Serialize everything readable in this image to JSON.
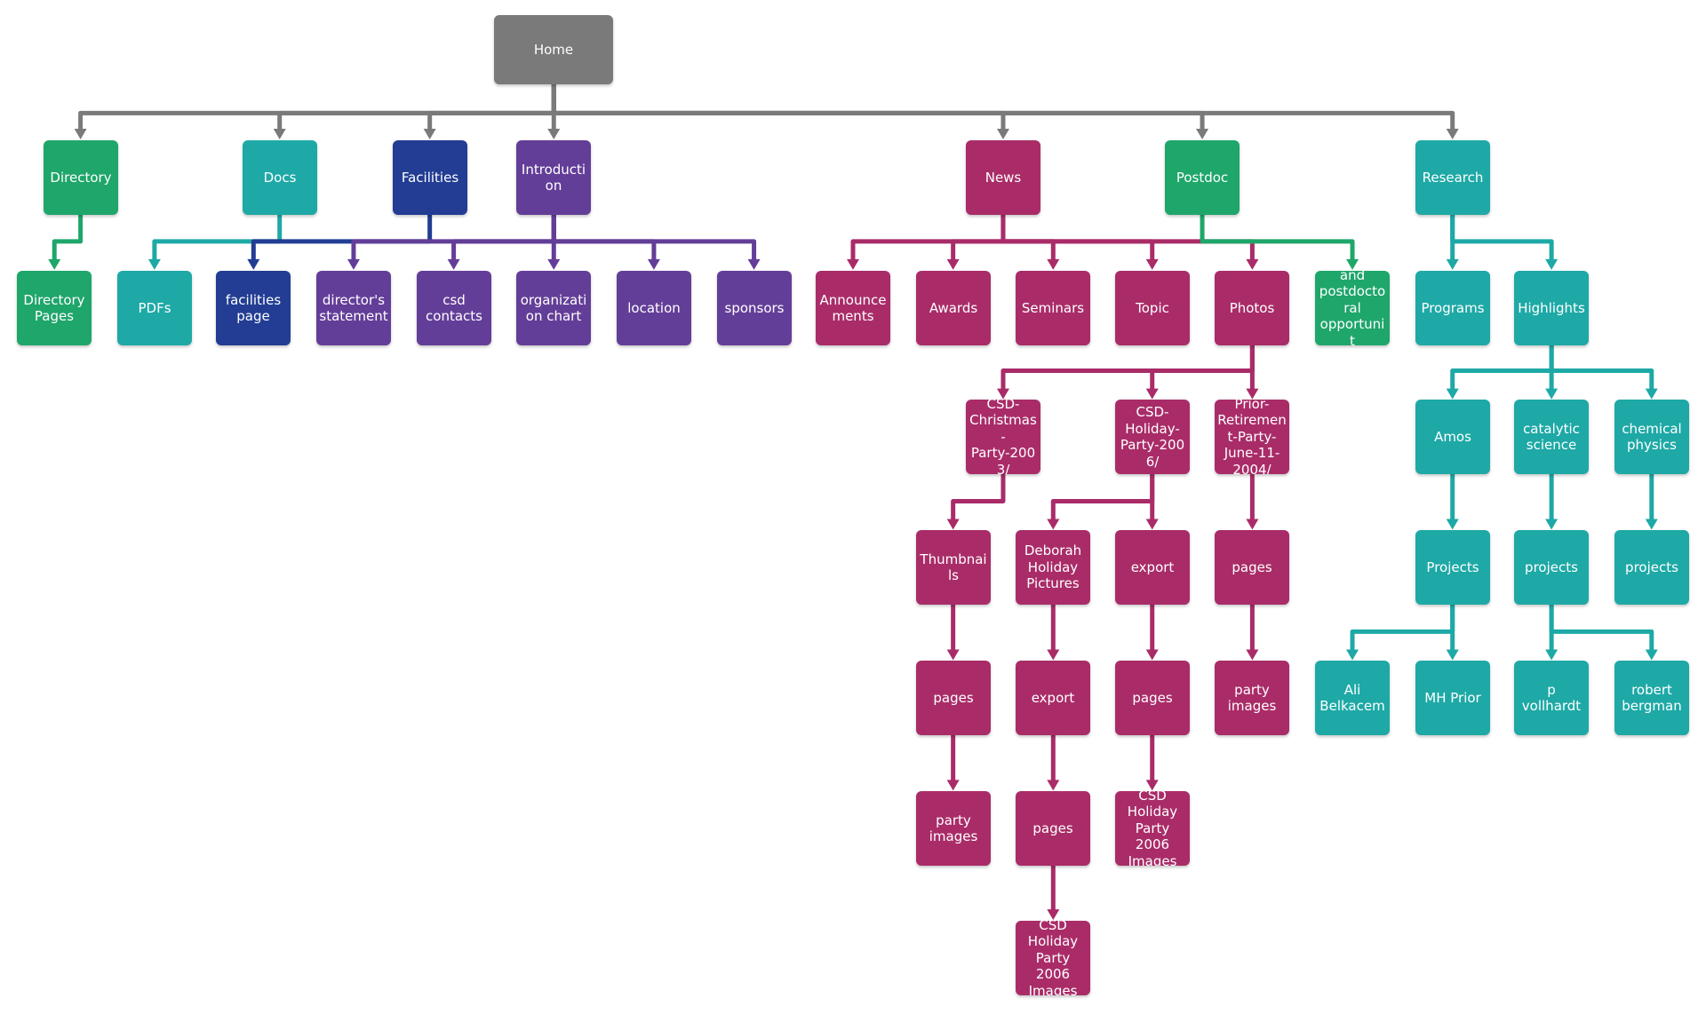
{
  "colors": {
    "gray": "#7a7a7a",
    "green": "#1fa66b",
    "teal": "#1ea9a6",
    "navy": "#223d93",
    "purple": "#633e98",
    "magenta": "#a92c68"
  },
  "nodes": [
    {
      "id": "home",
      "label": "Home",
      "color": "gray"
    },
    {
      "id": "directory",
      "label": "Directory",
      "color": "green"
    },
    {
      "id": "docs",
      "label": "Docs",
      "color": "teal"
    },
    {
      "id": "facilities",
      "label": "Facilities",
      "color": "navy"
    },
    {
      "id": "introduction",
      "label": "Introducti\non",
      "color": "purple"
    },
    {
      "id": "news",
      "label": "News",
      "color": "magenta"
    },
    {
      "id": "postdoc",
      "label": "Postdoc",
      "color": "green"
    },
    {
      "id": "research",
      "label": "Research",
      "color": "teal"
    },
    {
      "id": "directory-pages",
      "label": "Directory\nPages",
      "color": "green"
    },
    {
      "id": "pdfs",
      "label": "PDFs",
      "color": "teal"
    },
    {
      "id": "facilities-page",
      "label": "facilities\npage",
      "color": "navy"
    },
    {
      "id": "directors-statement",
      "label": "director's\nstatement",
      "color": "purple"
    },
    {
      "id": "csd-contacts",
      "label": "csd\ncontacts",
      "color": "purple"
    },
    {
      "id": "organization-chart",
      "label": "organizati\non chart",
      "color": "purple"
    },
    {
      "id": "location",
      "label": "location",
      "color": "purple"
    },
    {
      "id": "sponsors",
      "label": "sponsors",
      "color": "purple"
    },
    {
      "id": "announcements",
      "label": "Announce\nments",
      "color": "magenta"
    },
    {
      "id": "awards",
      "label": "Awards",
      "color": "magenta"
    },
    {
      "id": "seminars",
      "label": "Seminars",
      "color": "magenta"
    },
    {
      "id": "topic",
      "label": "Topic",
      "color": "magenta"
    },
    {
      "id": "photos",
      "label": "Photos",
      "color": "magenta"
    },
    {
      "id": "postdoc-opps",
      "label": "Current\nand\npostdocto\nral\nopportunit\nies",
      "color": "green"
    },
    {
      "id": "programs",
      "label": "Programs",
      "color": "teal"
    },
    {
      "id": "highlights",
      "label": "Highlights",
      "color": "teal"
    },
    {
      "id": "csd-christmas-2003",
      "label": "CSD-\nChristmas\n-\nParty-200\n3/",
      "color": "magenta"
    },
    {
      "id": "csd-holiday-2006",
      "label": "CSD-\nHoliday-\nParty-200\n6/",
      "color": "magenta"
    },
    {
      "id": "prior-retirement-2004",
      "label": "Prior-\nRetiremen\nt-Party-\nJune-11-\n2004/",
      "color": "magenta"
    },
    {
      "id": "amos",
      "label": "Amos",
      "color": "teal"
    },
    {
      "id": "catalytic-science",
      "label": "catalytic\nscience",
      "color": "teal"
    },
    {
      "id": "chemical-physics",
      "label": "chemical\nphysics",
      "color": "teal"
    },
    {
      "id": "thumbnails",
      "label": "Thumbnai\nls",
      "color": "magenta"
    },
    {
      "id": "deborah-holiday-pictures",
      "label": "Deborah\nHoliday\nPictures",
      "color": "magenta"
    },
    {
      "id": "export-2006",
      "label": "export",
      "color": "magenta"
    },
    {
      "id": "pages-retirement",
      "label": "pages",
      "color": "magenta"
    },
    {
      "id": "projects-amos",
      "label": "Projects",
      "color": "teal"
    },
    {
      "id": "projects-catalytic",
      "label": "projects",
      "color": "teal"
    },
    {
      "id": "projects-chemical",
      "label": "projects",
      "color": "teal"
    },
    {
      "id": "pages-thumbnails",
      "label": "pages",
      "color": "magenta"
    },
    {
      "id": "export-deborah",
      "label": "export",
      "color": "magenta"
    },
    {
      "id": "pages-export-2006",
      "label": "pages",
      "color": "magenta"
    },
    {
      "id": "party-images-retirement",
      "label": "party\nimages",
      "color": "magenta"
    },
    {
      "id": "ali-belkacem",
      "label": "Ali\nBelkacem",
      "color": "teal"
    },
    {
      "id": "mh-prior",
      "label": "MH Prior",
      "color": "teal"
    },
    {
      "id": "p-vollhardt",
      "label": "p\nvollhardt",
      "color": "teal"
    },
    {
      "id": "robert-bergman",
      "label": "robert\nbergman",
      "color": "teal"
    },
    {
      "id": "party-images-thumbnails",
      "label": "party\nimages",
      "color": "magenta"
    },
    {
      "id": "pages-deborah",
      "label": "pages",
      "color": "magenta"
    },
    {
      "id": "csd-holiday-images-a",
      "label": "CSD\nHoliday\nParty\n2006\nImages",
      "color": "magenta"
    },
    {
      "id": "csd-holiday-images-b",
      "label": "CSD\nHoliday\nParty\n2006\nImages",
      "color": "magenta"
    }
  ],
  "edges": [
    {
      "from": "home",
      "to": "directory",
      "color": "gray"
    },
    {
      "from": "home",
      "to": "docs",
      "color": "gray"
    },
    {
      "from": "home",
      "to": "facilities",
      "color": "gray"
    },
    {
      "from": "home",
      "to": "introduction",
      "color": "gray"
    },
    {
      "from": "home",
      "to": "news",
      "color": "gray"
    },
    {
      "from": "home",
      "to": "postdoc",
      "color": "gray"
    },
    {
      "from": "home",
      "to": "research",
      "color": "gray"
    },
    {
      "from": "directory",
      "to": "directory-pages",
      "color": "green"
    },
    {
      "from": "docs",
      "to": "pdfs",
      "color": "teal"
    },
    {
      "from": "facilities",
      "to": "facilities-page",
      "color": "navy"
    },
    {
      "from": "introduction",
      "to": "directors-statement",
      "color": "purple"
    },
    {
      "from": "introduction",
      "to": "csd-contacts",
      "color": "purple"
    },
    {
      "from": "introduction",
      "to": "organization-chart",
      "color": "purple"
    },
    {
      "from": "introduction",
      "to": "location",
      "color": "purple"
    },
    {
      "from": "introduction",
      "to": "sponsors",
      "color": "purple"
    },
    {
      "from": "news",
      "to": "announcements",
      "color": "magenta"
    },
    {
      "from": "news",
      "to": "awards",
      "color": "magenta"
    },
    {
      "from": "news",
      "to": "seminars",
      "color": "magenta"
    },
    {
      "from": "news",
      "to": "topic",
      "color": "magenta"
    },
    {
      "from": "news",
      "to": "photos",
      "color": "magenta"
    },
    {
      "from": "postdoc",
      "to": "postdoc-opps",
      "color": "green"
    },
    {
      "from": "research",
      "to": "programs",
      "color": "teal"
    },
    {
      "from": "research",
      "to": "highlights",
      "color": "teal"
    },
    {
      "from": "photos",
      "to": "csd-christmas-2003",
      "color": "magenta"
    },
    {
      "from": "photos",
      "to": "csd-holiday-2006",
      "color": "magenta"
    },
    {
      "from": "photos",
      "to": "prior-retirement-2004",
      "color": "magenta"
    },
    {
      "from": "highlights",
      "to": "amos",
      "color": "teal"
    },
    {
      "from": "highlights",
      "to": "catalytic-science",
      "color": "teal"
    },
    {
      "from": "highlights",
      "to": "chemical-physics",
      "color": "teal"
    },
    {
      "from": "csd-christmas-2003",
      "to": "thumbnails",
      "color": "magenta"
    },
    {
      "from": "csd-holiday-2006",
      "to": "deborah-holiday-pictures",
      "color": "magenta"
    },
    {
      "from": "csd-holiday-2006",
      "to": "export-2006",
      "color": "magenta"
    },
    {
      "from": "prior-retirement-2004",
      "to": "pages-retirement",
      "color": "magenta"
    },
    {
      "from": "amos",
      "to": "projects-amos",
      "color": "teal"
    },
    {
      "from": "catalytic-science",
      "to": "projects-catalytic",
      "color": "teal"
    },
    {
      "from": "chemical-physics",
      "to": "projects-chemical",
      "color": "teal"
    },
    {
      "from": "thumbnails",
      "to": "pages-thumbnails",
      "color": "magenta"
    },
    {
      "from": "deborah-holiday-pictures",
      "to": "export-deborah",
      "color": "magenta"
    },
    {
      "from": "export-2006",
      "to": "pages-export-2006",
      "color": "magenta"
    },
    {
      "from": "pages-retirement",
      "to": "party-images-retirement",
      "color": "magenta"
    },
    {
      "from": "projects-amos",
      "to": "ali-belkacem",
      "color": "teal"
    },
    {
      "from": "projects-amos",
      "to": "mh-prior",
      "color": "teal"
    },
    {
      "from": "projects-catalytic",
      "to": "p-vollhardt",
      "color": "teal"
    },
    {
      "from": "projects-catalytic",
      "to": "robert-bergman",
      "color": "teal"
    },
    {
      "from": "pages-thumbnails",
      "to": "party-images-thumbnails",
      "color": "magenta"
    },
    {
      "from": "export-deborah",
      "to": "pages-deborah",
      "color": "magenta"
    },
    {
      "from": "pages-export-2006",
      "to": "csd-holiday-images-a",
      "color": "magenta"
    },
    {
      "from": "pages-deborah",
      "to": "csd-holiday-images-b",
      "color": "magenta"
    }
  ]
}
